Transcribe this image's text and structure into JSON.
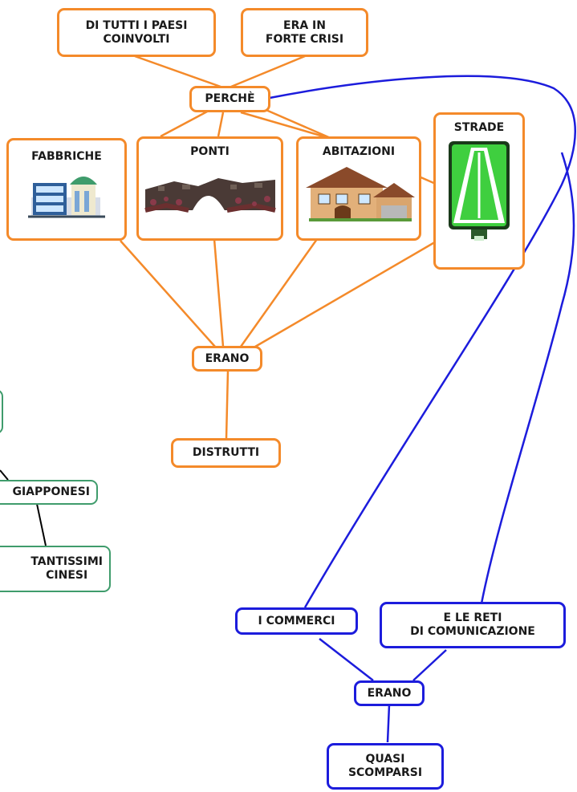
{
  "colors": {
    "orange": "#f48a2a",
    "green": "#3f9c6c",
    "blue": "#1c1cdc"
  },
  "nodes": {
    "paesi": "DI TUTTI I PAESI\nCOINVOLTI",
    "crisi": "ERA IN\nFORTE CRISI",
    "perche": "PERCHÈ",
    "fabbriche": "FABBRICHE",
    "ponti": "PONTI",
    "abitazioni": "ABITAZIONI",
    "strade": "STRADE",
    "erano_top": "ERANO",
    "distrutti": "DISTRUTTI",
    "giapponesi": "GIAPPONESI",
    "cinesi": "TANTISSIMI\nCINESI",
    "commerci": "I COMMERCI",
    "reti": "E LE RETI\nDI COMUNICAZIONE",
    "erano_bottom": "ERANO",
    "scomparsi": "QUASI\nSCOMPARSI"
  },
  "icons": {
    "fabbriche": "factory-building-icon",
    "ponti": "stone-bridge-icon",
    "abitazioni": "house-icon",
    "strade": "highway-sign-icon"
  }
}
